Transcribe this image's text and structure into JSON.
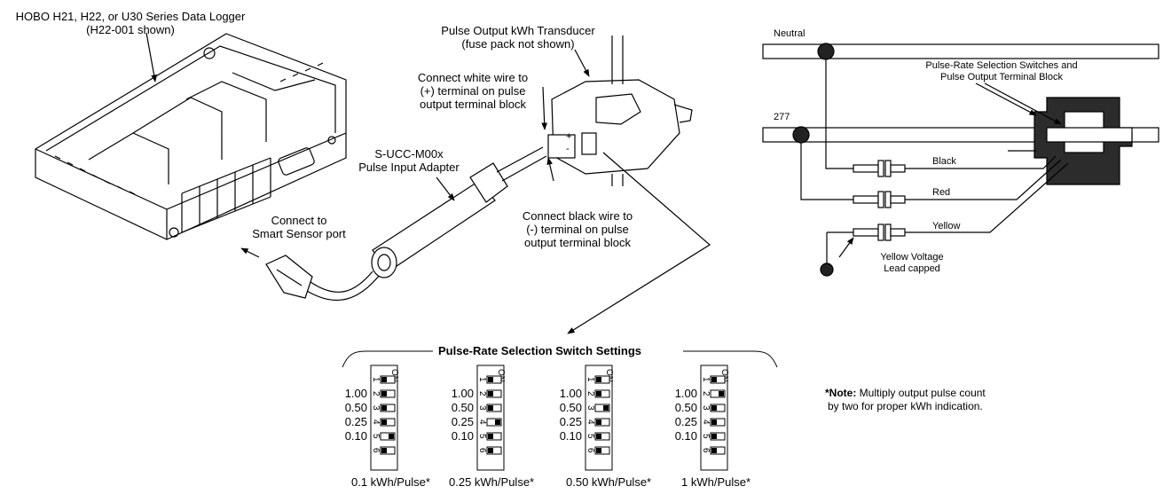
{
  "labels": {
    "logger_line1": "HOBO H21, H22, or U30 Series Data Logger",
    "logger_line2": "(H22-001 shown)",
    "transducer_line1": "Pulse Output kWh Transducer",
    "transducer_line2": "(fuse pack not shown)",
    "white_line1": "Connect white wire to",
    "white_line2": "(+) terminal on pulse",
    "white_line3": "output terminal block",
    "adapter_line1": "S-UCC-M00x",
    "adapter_line2": "Pulse Input Adapter",
    "black_line1": "Connect black wire to",
    "black_line2": "(-) terminal on pulse",
    "black_line3": "output terminal block",
    "port_line1": "Connect to",
    "port_line2": "Smart Sensor port",
    "terminal_plus": "+",
    "terminal_minus": "-"
  },
  "wiring": {
    "neutral": "Neutral",
    "line277": "277",
    "switches_line1": "Pulse-Rate Selection Switches and",
    "switches_line2": "Pulse Output Terminal Block",
    "black": "Black",
    "red": "Red",
    "yellow": "Yellow",
    "yellow_capped_line1": "Yellow Voltage",
    "yellow_capped_line2": "Lead capped"
  },
  "switch_settings": {
    "title": "Pulse-Rate Selection Switch Settings",
    "on_label": "ON",
    "switch_numbers": [
      "1",
      "2",
      "3",
      "4",
      "5",
      "6"
    ],
    "rate_values": [
      "1.00",
      "0.50",
      "0.25",
      "0.10"
    ],
    "configs": [
      {
        "caption": "0.1 kWh/Pulse*",
        "on": [
          false,
          false,
          false,
          false,
          true,
          false
        ]
      },
      {
        "caption": "0.25 kWh/Pulse*",
        "on": [
          false,
          false,
          false,
          true,
          false,
          false
        ]
      },
      {
        "caption": "0.50 kWh/Pulse*",
        "on": [
          false,
          false,
          true,
          false,
          false,
          false
        ]
      },
      {
        "caption": "1 kWh/Pulse*",
        "on": [
          false,
          true,
          false,
          false,
          false,
          false
        ]
      }
    ]
  },
  "note": {
    "bold": "*Note:",
    "text1": " Multiply output pulse count",
    "text2": "by two for proper kWh indication."
  }
}
